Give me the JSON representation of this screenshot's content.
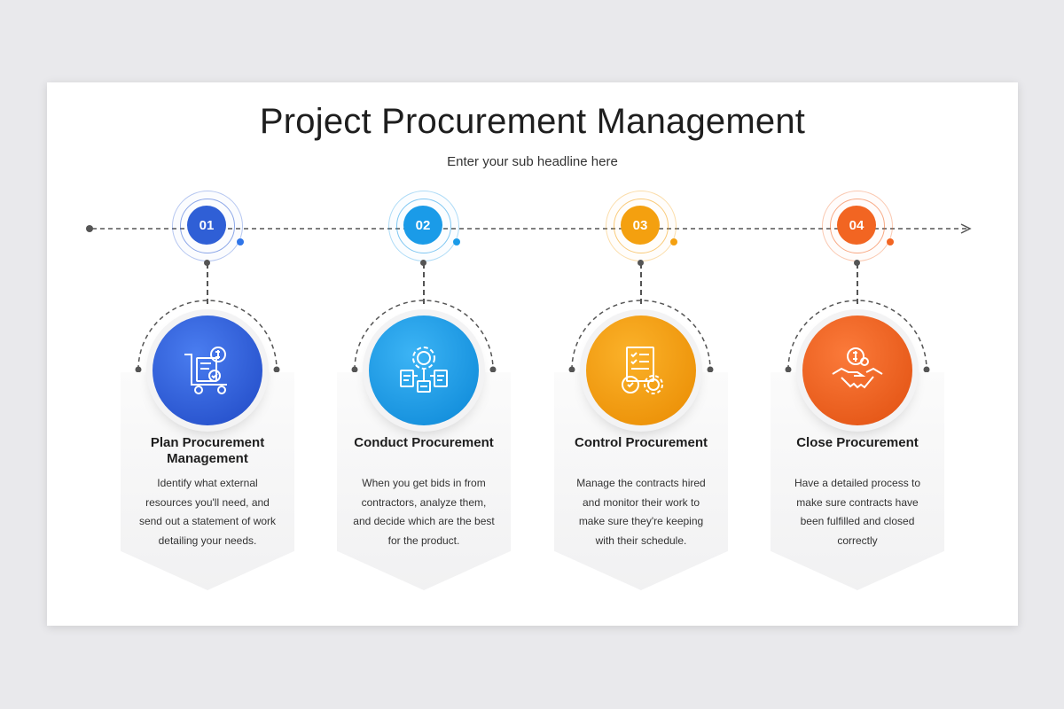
{
  "title": "Project Procurement Management",
  "subtitle": "Enter your sub headline here",
  "steps": [
    {
      "number": "01",
      "title": "Plan Procurement Management",
      "description": "Identify what external resources you'll need, and send out a statement of work detailing your needs.",
      "color": "#2f5fd6",
      "icon": "procurement-cart-icon"
    },
    {
      "number": "02",
      "title": "Conduct Procurement",
      "description": "When you get bids in from contractors, analyze them, and decide which are the best for the product.",
      "color": "#1a9be8",
      "icon": "gear-documents-icon"
    },
    {
      "number": "03",
      "title": "Control Procurement",
      "description": "Manage the contracts hired and monitor their work to make sure they're keeping with their schedule.",
      "color": "#f4a00f",
      "icon": "contract-checklist-icon"
    },
    {
      "number": "04",
      "title": "Close Procurement",
      "description": "Have a detailed process to make sure contracts have been fulfilled and closed correctly",
      "color": "#f26522",
      "icon": "handshake-dollar-icon"
    }
  ]
}
